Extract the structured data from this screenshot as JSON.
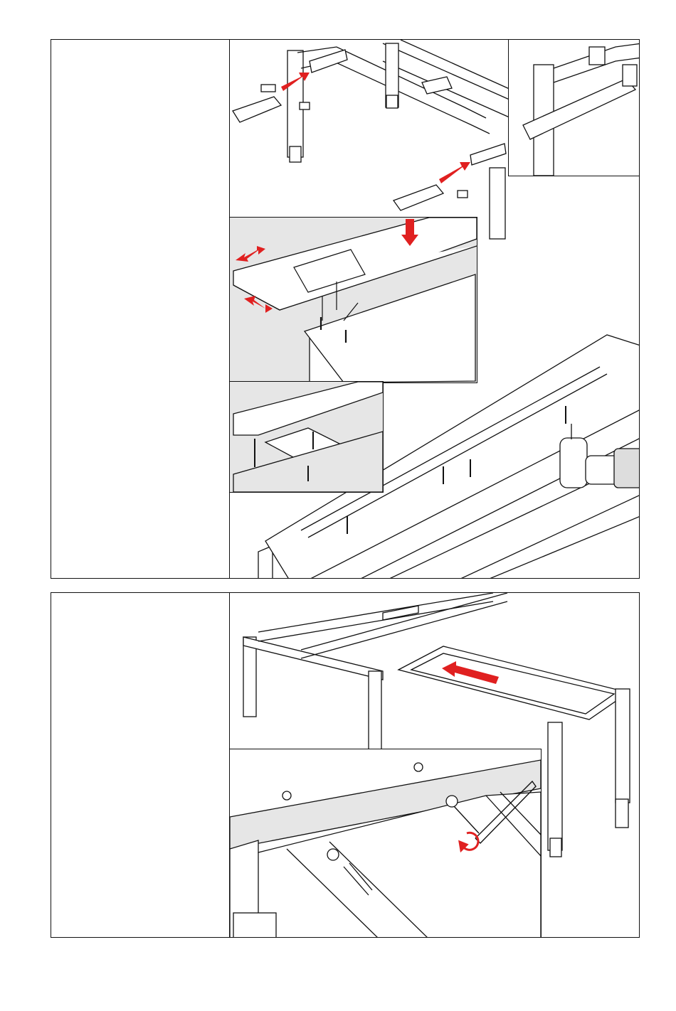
{
  "document": {
    "panels": [
      {
        "id": "step-a",
        "text": "",
        "insets": [
          "leg-bracket-detail",
          "top-screw-detail",
          "plate-screw-detail"
        ]
      },
      {
        "id": "step-b",
        "text": "",
        "insets": [
          "bolt-tightening-detail"
        ]
      }
    ]
  },
  "colors": {
    "frame_line": "#111111",
    "arrow_red": "#e02020",
    "shade_gray": "#e6e6e6",
    "paper": "#ffffff"
  },
  "icons": {
    "direction_arrow": "red-arrow-icon",
    "double_arrow": "red-double-arrow-icon",
    "rotation": "red-rotate-icon",
    "drill": "cordless-drill-icon",
    "allen_key": "allen-key-icon"
  }
}
